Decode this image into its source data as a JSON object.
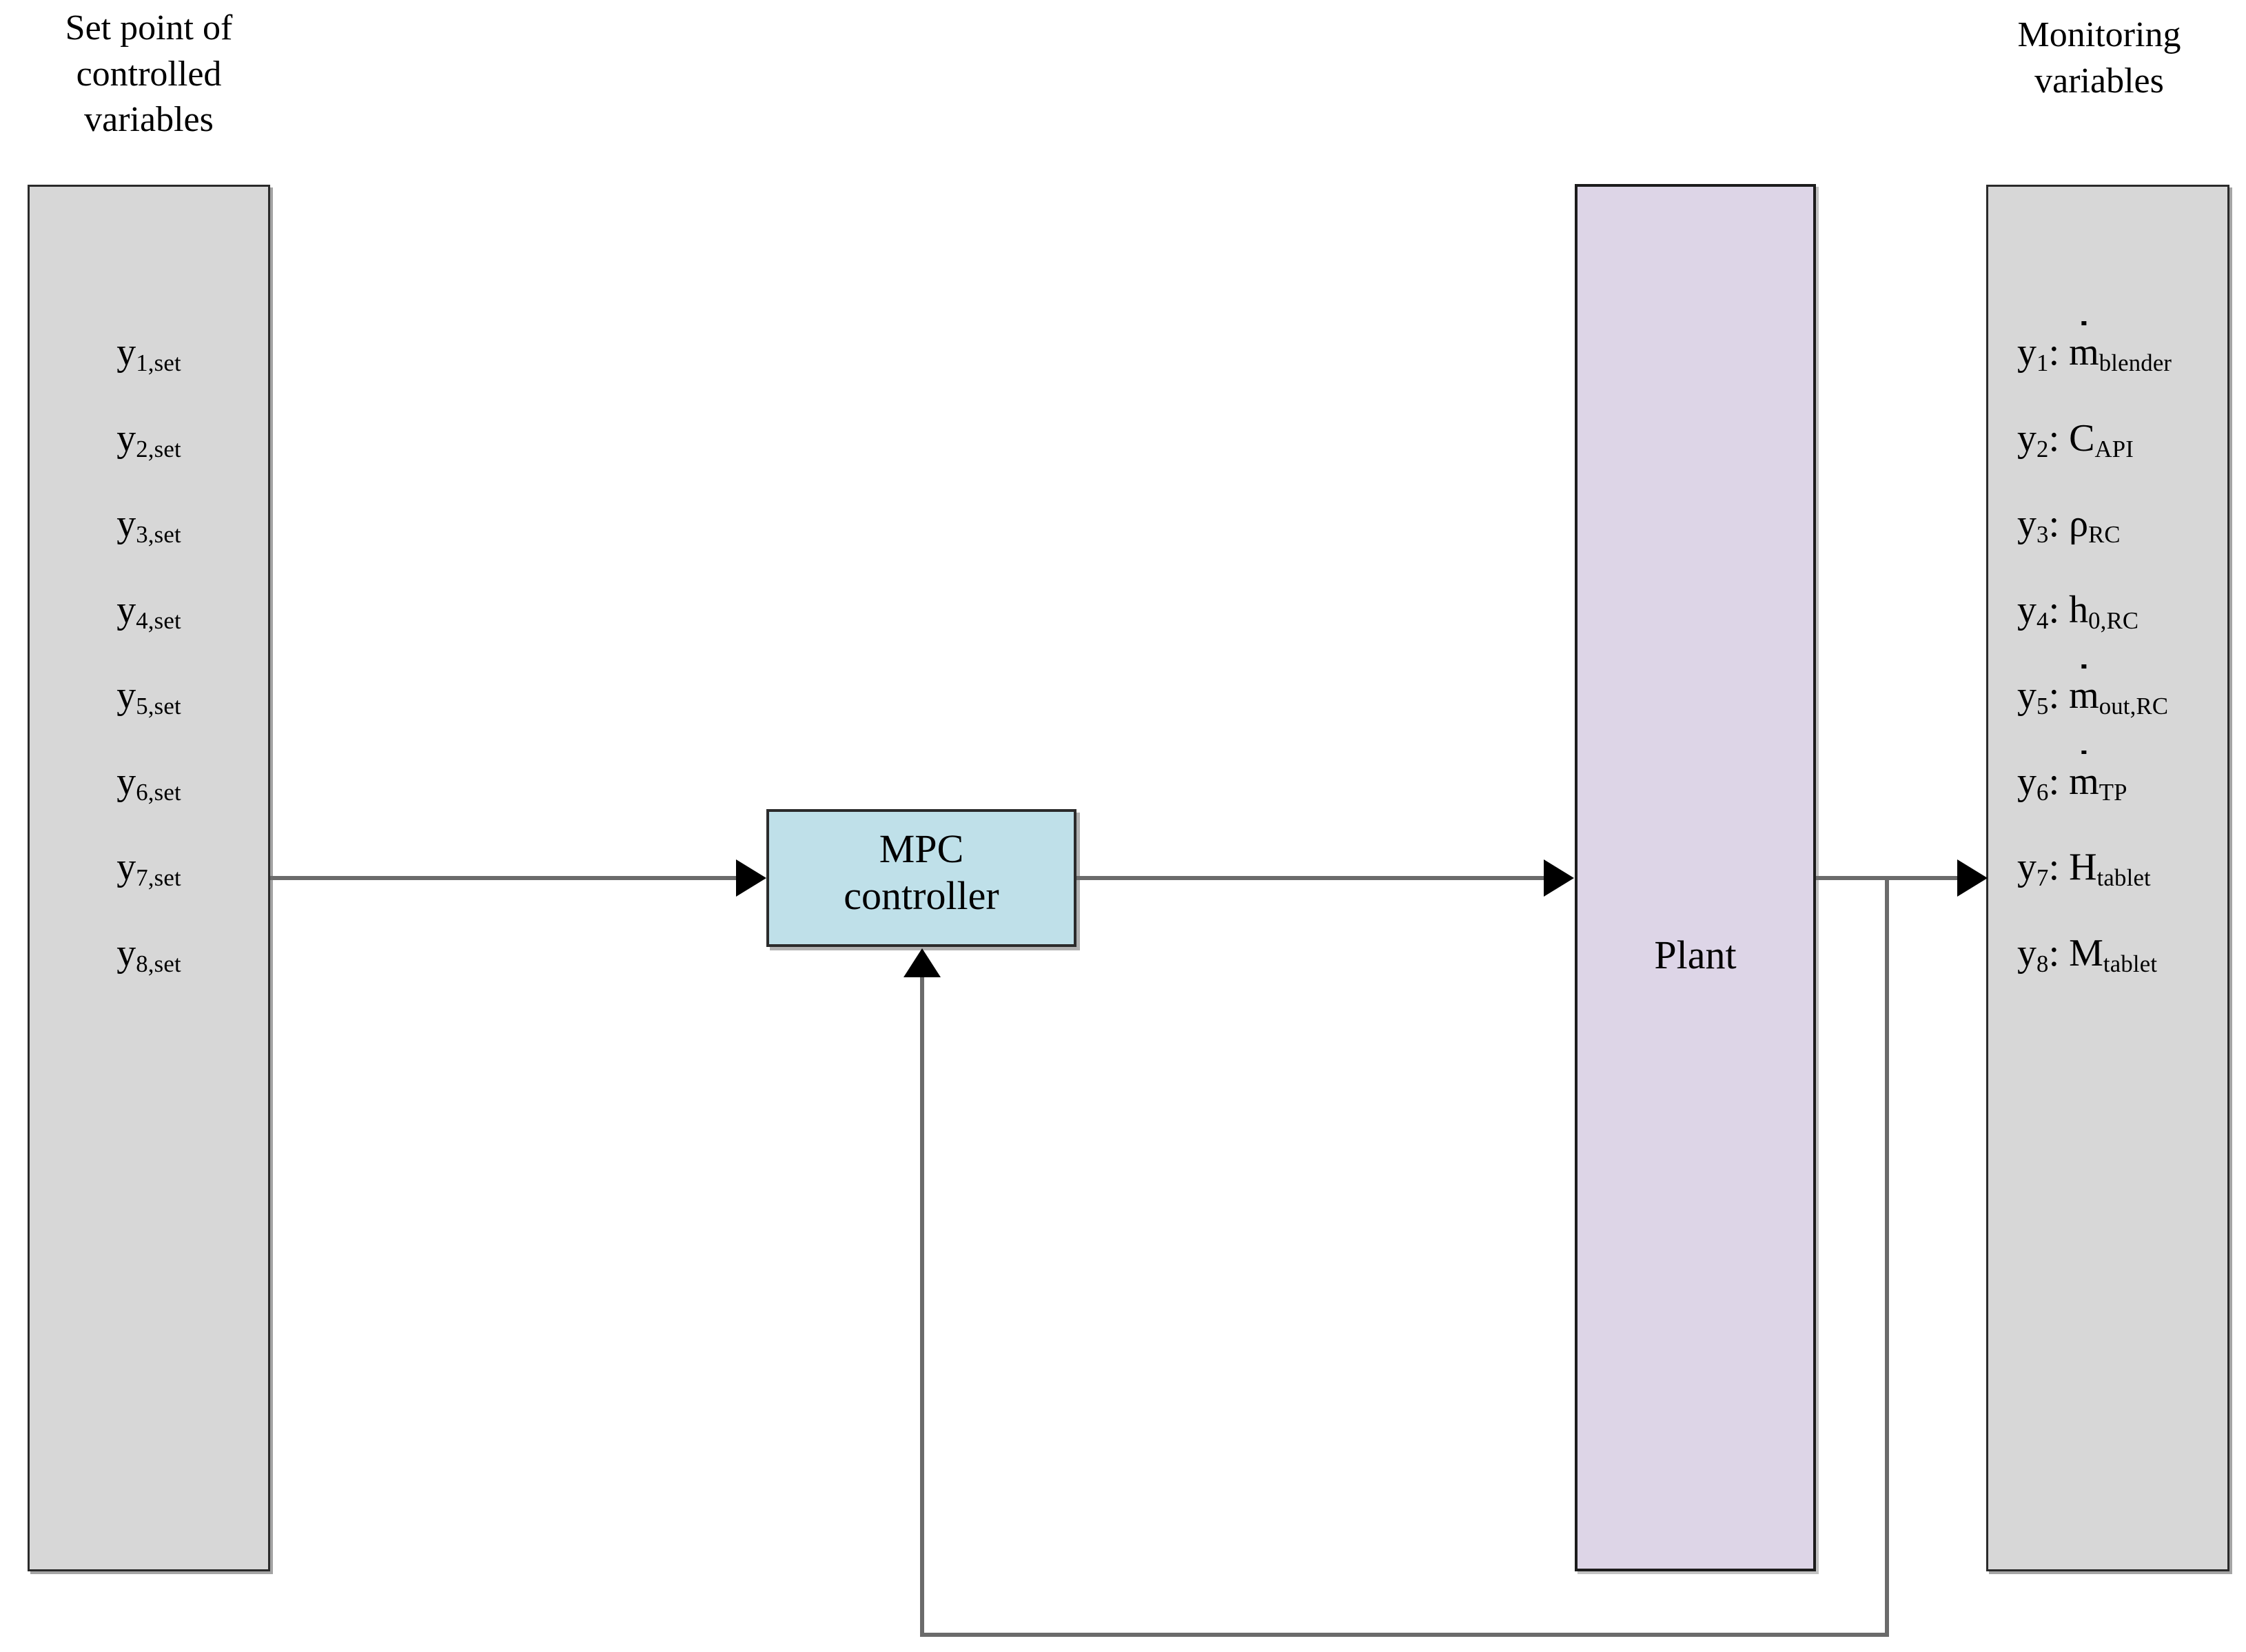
{
  "diagram": {
    "title_left": "Set point of\ncontrolled\nvariables",
    "title_right": "Monitoring\nvariables",
    "controller_label": "MPC\ncontroller",
    "plant_label": "Plant",
    "colors": {
      "setpoint_box_fill": "#d7d7d7",
      "monitoring_box_fill": "#d7d7d7",
      "plant_box_fill": "#ddd5e7",
      "controller_box_fill": "#bfe0e9",
      "box_border": "#2a2a2a",
      "connector_line": "#6b6b6b",
      "arrow_head": "#000000"
    },
    "setpoints": [
      {
        "base": "y",
        "sub": "1,set"
      },
      {
        "base": "y",
        "sub": "2,set"
      },
      {
        "base": "y",
        "sub": "3,set"
      },
      {
        "base": "y",
        "sub": "4,set"
      },
      {
        "base": "y",
        "sub": "5,set"
      },
      {
        "base": "y",
        "sub": "6,set"
      },
      {
        "base": "y",
        "sub": "7,set"
      },
      {
        "base": "y",
        "sub": "8,set"
      }
    ],
    "monitoring": [
      {
        "index": "y",
        "index_sub": "1",
        "sep": ": ",
        "symbol": "m",
        "dotted": true,
        "sym_sub": "blender"
      },
      {
        "index": "y",
        "index_sub": "2",
        "sep": ": ",
        "symbol": "C",
        "dotted": false,
        "sym_sub": "API"
      },
      {
        "index": "y",
        "index_sub": "3",
        "sep": ": ",
        "symbol": "ρ",
        "dotted": false,
        "sym_sub": "RC"
      },
      {
        "index": "y",
        "index_sub": "4",
        "sep": ": ",
        "symbol": "h",
        "dotted": false,
        "sym_sub": "0,RC"
      },
      {
        "index": "y",
        "index_sub": "5",
        "sep": ": ",
        "symbol": "m",
        "dotted": true,
        "sym_sub": "out,RC"
      },
      {
        "index": "y",
        "index_sub": "6",
        "sep": ": ",
        "symbol": "m",
        "dotted": true,
        "sym_sub": "TP"
      },
      {
        "index": "y",
        "index_sub": "7",
        "sep": ": ",
        "symbol": "H",
        "dotted": false,
        "sym_sub": "tablet"
      },
      {
        "index": "y",
        "index_sub": "8",
        "sep": ": ",
        "symbol": "M",
        "dotted": false,
        "sym_sub": "tablet"
      }
    ],
    "connections": [
      {
        "name": "setpoint-to-controller",
        "from": "setpoint-box",
        "to": "mpc-box"
      },
      {
        "name": "controller-to-plant",
        "from": "mpc-box",
        "to": "plant-box"
      },
      {
        "name": "plant-to-monitoring",
        "from": "plant-box",
        "to": "monitoring-box"
      },
      {
        "name": "feedback-plant-to-controller",
        "from": "plant-box",
        "to": "mpc-box"
      }
    ]
  }
}
